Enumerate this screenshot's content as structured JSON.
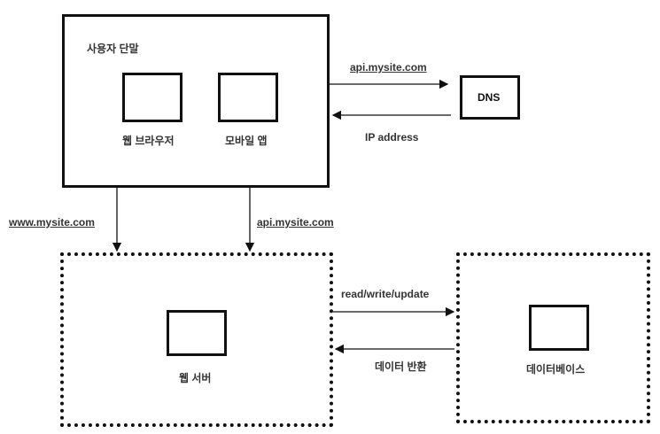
{
  "client": {
    "title": "사용자 단말",
    "web_browser": "웹 브라우저",
    "mobile_app": "모바일 앱"
  },
  "dns": {
    "label": "DNS",
    "request": "api.mysite.com",
    "response": "IP address"
  },
  "requests": {
    "web": "www.mysite.com",
    "api": "api.mysite.com"
  },
  "web_server": {
    "label": "웹 서버"
  },
  "database": {
    "label": "데이터베이스",
    "request": "read/write/update",
    "response": "데이터 반환"
  }
}
